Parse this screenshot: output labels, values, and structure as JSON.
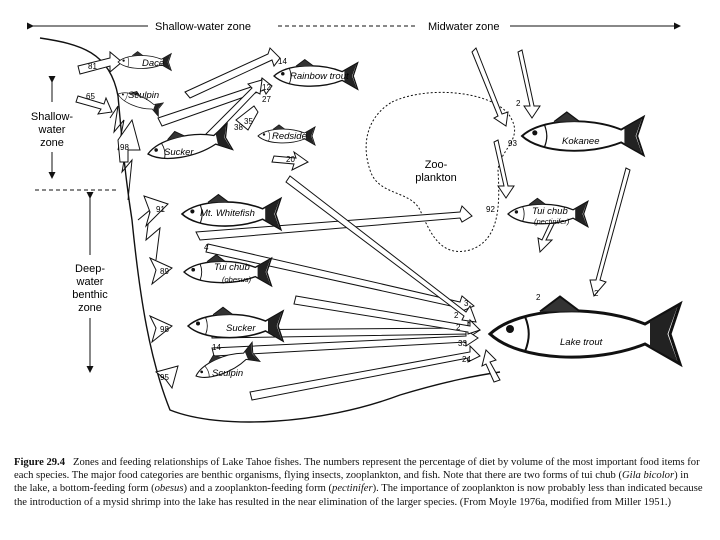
{
  "zones": {
    "shallow_top": "Shallow-water zone",
    "midwater_top": "Midwater zone",
    "shallow_side": [
      "Shallow-",
      "water",
      "zone"
    ],
    "deep_side": [
      "Deep-",
      "water",
      "benthic",
      "zone"
    ]
  },
  "zooplankton": [
    "Zoo-",
    "plankton"
  ],
  "fish": {
    "dace": "Dace",
    "sculpin_top": "Sculpin",
    "rainbow": "Rainbow trout",
    "redside": "Redside",
    "sucker_top": "Sucker",
    "kokanee": "Kokanee",
    "whitefish": "Mt. Whitefish",
    "tuichub_pect": "Tui chub",
    "tuichub_pect_sub": "(pectinifer)",
    "tuichub_obes": "Tui chub",
    "tuichub_obes_sub": "(obesus)",
    "sucker_bottom": "Sucker",
    "sculpin_bottom": "Sculpin",
    "laketrout": "Lake trout"
  },
  "percentages": {
    "p81": "81",
    "p65": "65",
    "p98a": "98",
    "p91": "91",
    "p89": "89",
    "p98b": "98",
    "p95": "95",
    "p93": "93",
    "p92": "92",
    "p2a": "2",
    "p14": "14",
    "p12": "12",
    "p27": "27",
    "p35": "35",
    "p38": "38",
    "p20": "20",
    "p4": "4",
    "p3": "3",
    "p2b": "2",
    "p2c": "2",
    "p33": "33",
    "p24": "24",
    "p2d": "2",
    "p2e": "2",
    "p14b": "14"
  },
  "caption": {
    "figure": "Figure 29.4",
    "title": "Zones and feeding relationships of Lake Tahoe fishes. The numbers represent the percentage of diet by volume of the most important food items for each species.",
    "body1": "The major food categories are benthic organisms, flying insects, zooplankton, and fish. Note that there are two forms of tui chub (",
    "species": "Gila bicolor",
    "body2": ") in the lake, a bottom-feeding form (",
    "form1": "obesus",
    "body3": ") and a zooplankton-feeding form (",
    "form2": "pectinifer",
    "body4": "). The importance of zooplankton is now probably less than indicated because the introduction of a mysid shrimp into the lake has resulted in the near elimination of the larger species. (From Moyle 1976a, modified from Miller 1951.)"
  }
}
